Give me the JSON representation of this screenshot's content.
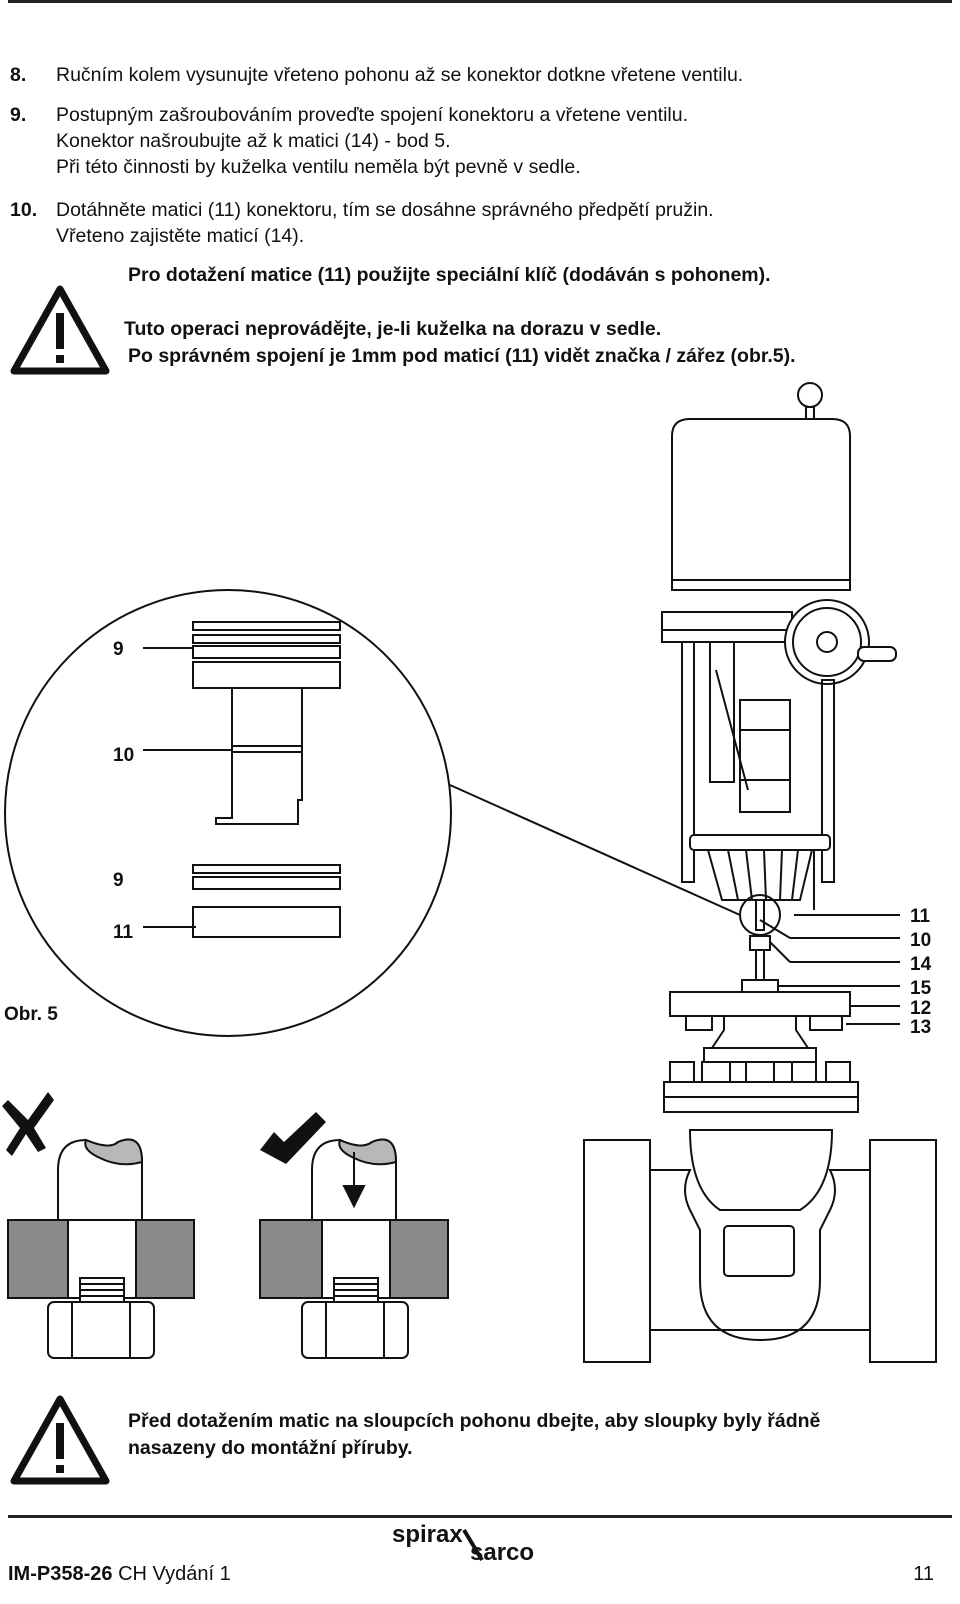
{
  "steps": [
    {
      "num": "8.",
      "lines": [
        "Ručním kolem vysunujte vřeteno pohonu až se konektor dotkne vřetene ventilu."
      ]
    },
    {
      "num": "9.",
      "lines": [
        "Postupným zašroubováním proveďte spojení konektoru a vřetene ventilu.",
        "Konektor našroubujte až k matici (14) - bod 5.",
        "Při této činnosti by kuželka ventilu neměla být pevně v sedle."
      ]
    },
    {
      "num": "10.",
      "lines": [
        "Dotáhněte matici (11) konektoru, tím se dosáhne správného předpětí pružin.",
        "Vřeteno zajistěte maticí (14)."
      ]
    }
  ],
  "warning1": {
    "line1": "Pro dotažení matice (11) použijte speciální klíč (dodáván s pohonem).",
    "line2": "Tuto operaci neprovádějte, je-li kuželka na dorazu v sedle.",
    "line3": "Po správném spojení je 1mm pod maticí (11) vidět značka / zářez (obr.5)."
  },
  "figure": {
    "label": "Obr. 5",
    "detail_callouts": [
      "9",
      "10",
      "9",
      "11"
    ],
    "callouts": [
      "11",
      "10",
      "14",
      "15",
      "12",
      "13"
    ]
  },
  "warning2": {
    "line1": "Před dotažením matic na sloupcích pohonu dbejte, aby sloupky byly řádně",
    "line2": "nasazeny do montážní příruby."
  },
  "footer": {
    "doc_code": "IM-P358-26",
    "edition": "CH Vydání 1",
    "logo_top": "spirax",
    "logo_bottom": "sarco",
    "page": "11"
  },
  "colors": {
    "ink": "#111111",
    "grey": "#8a8a8a",
    "light_grey": "#b8b8b8"
  }
}
